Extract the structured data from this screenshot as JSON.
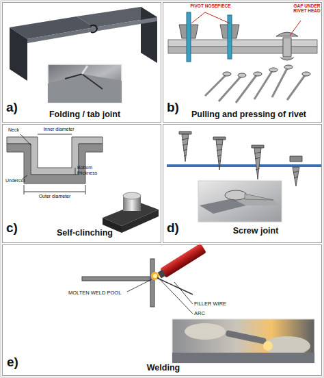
{
  "diagram": {
    "nodes": [
      {
        "text": [
          "a)",
          "Folding / tab joint"
        ]
      },
      {
        "text": [
          "b)",
          "Pulling and pressing of rivet"
        ]
      },
      {
        "text": [
          "c)",
          "Self-clinching"
        ]
      },
      {
        "text": [
          "d)",
          "Screw joint"
        ]
      },
      {
        "text": [
          "e)",
          "Welding"
        ]
      }
    ],
    "labels": [
      "PIVOT NOSEPIECE",
      "GAP UNDER RIVET HEAD",
      "Neck",
      "Inner diameter",
      "Bottom thickness",
      "Undercut",
      "Outer diameter",
      "FILLER WIRE",
      "ARC",
      "MOLTEN WELD POOL"
    ]
  }
}
